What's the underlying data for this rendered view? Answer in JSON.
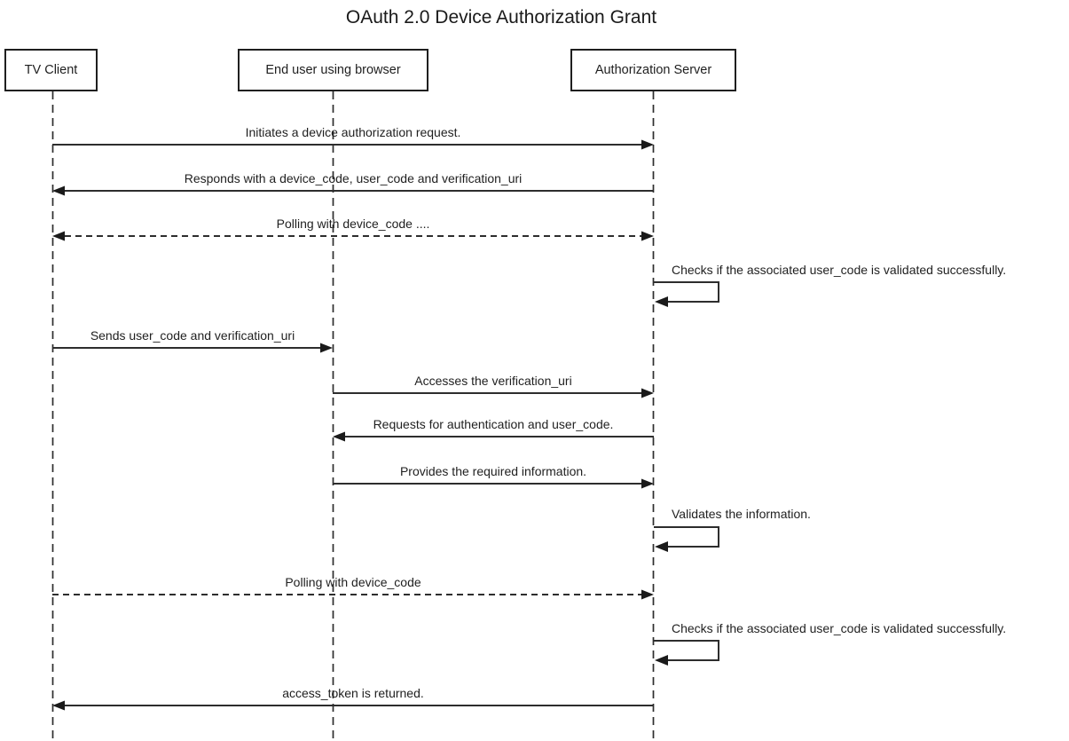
{
  "title": "OAuth 2.0 Device Authorization Grant",
  "actors": [
    {
      "name": "TV Client"
    },
    {
      "name": "End user using browser"
    },
    {
      "name": "Authorization Server"
    }
  ],
  "messages": [
    {
      "label": "Initiates a device authorization request.",
      "from": "TV Client",
      "to": "Authorization Server",
      "line": "solid",
      "direction": "right"
    },
    {
      "label": "Responds with a device_code, user_code and verification_uri",
      "from": "Authorization Server",
      "to": "TV Client",
      "line": "solid",
      "direction": "left"
    },
    {
      "label": "Polling with device_code ....",
      "from": "TV Client",
      "to": "Authorization Server",
      "line": "dashed",
      "direction": "both"
    },
    {
      "label": "Checks if the associated user_code is validated successfully.",
      "from": "Authorization Server",
      "to": "Authorization Server",
      "line": "solid",
      "direction": "self"
    },
    {
      "label": "Sends user_code and verification_uri",
      "from": "TV Client",
      "to": "End user using browser",
      "line": "solid",
      "direction": "right"
    },
    {
      "label": "Accesses the verification_uri",
      "from": "End user using browser",
      "to": "Authorization Server",
      "line": "solid",
      "direction": "right"
    },
    {
      "label": "Requests for authentication and user_code.",
      "from": "Authorization Server",
      "to": "End user using browser",
      "line": "solid",
      "direction": "left"
    },
    {
      "label": "Provides the required information.",
      "from": "End user using browser",
      "to": "Authorization Server",
      "line": "solid",
      "direction": "right"
    },
    {
      "label": "Validates the information.",
      "from": "Authorization Server",
      "to": "Authorization Server",
      "line": "solid",
      "direction": "self"
    },
    {
      "label": "Polling with device_code",
      "from": "TV Client",
      "to": "Authorization Server",
      "line": "dashed",
      "direction": "right"
    },
    {
      "label": "Checks if the associated user_code is validated successfully.",
      "from": "Authorization Server",
      "to": "Authorization Server",
      "line": "solid",
      "direction": "self"
    },
    {
      "label": "access_token is returned.",
      "from": "Authorization Server",
      "to": "TV Client",
      "line": "solid",
      "direction": "left"
    }
  ],
  "colors": {
    "line": "#2d2d2d",
    "text": "#1f1f1f",
    "background": "#ffffff"
  }
}
